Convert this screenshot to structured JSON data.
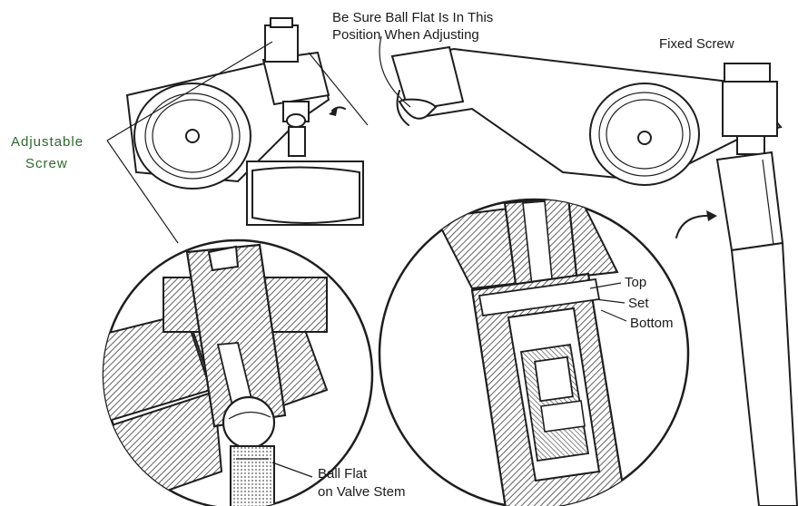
{
  "labels": {
    "ball_flat_note_line1": "Be Sure Ball Flat Is In This",
    "ball_flat_note_line2": "Position When Adjusting",
    "fixed_screw": "Fixed Screw",
    "adjustable_line1": "Adjustable",
    "adjustable_line2": "Screw",
    "top": "Top",
    "set": "Set",
    "bottom": "Bottom",
    "ball_flat_line1": "Ball Flat",
    "ball_flat_line2": "on Valve Stem"
  }
}
